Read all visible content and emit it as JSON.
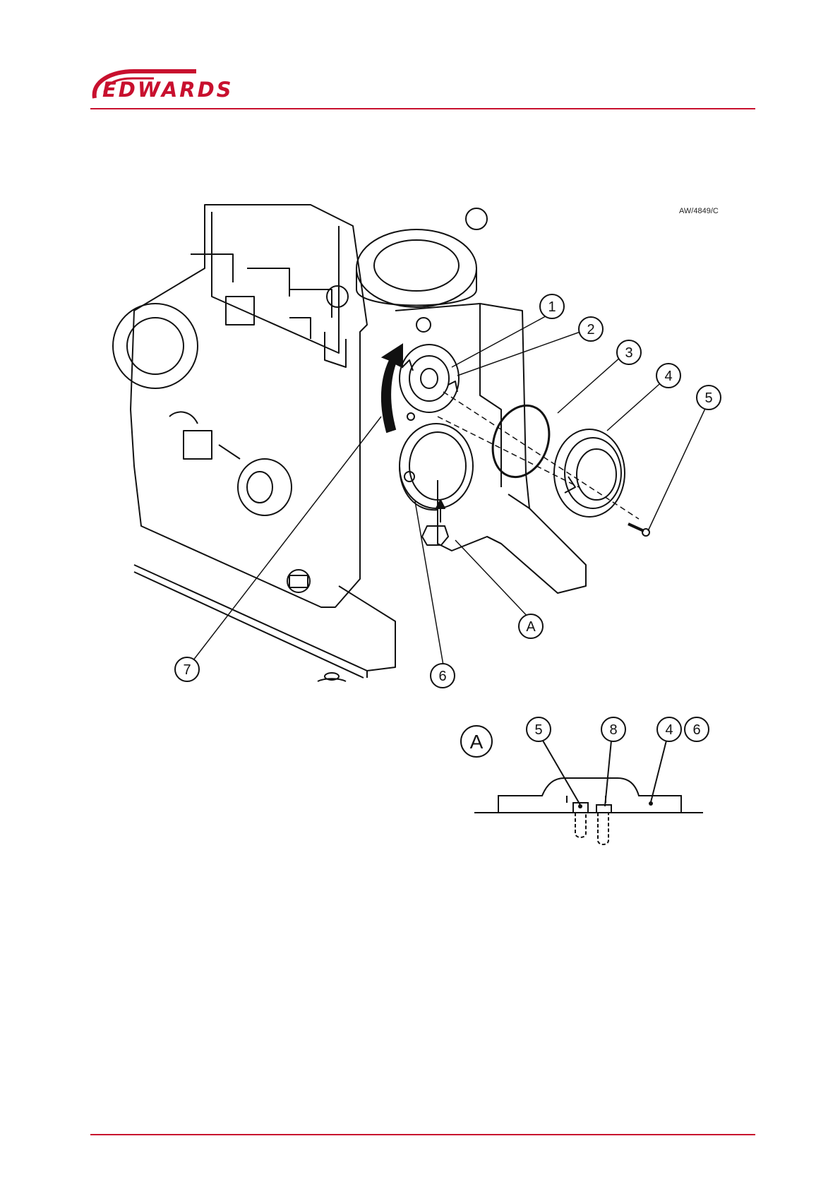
{
  "brand": {
    "name": "EDWARDS",
    "color": "#c8102e"
  },
  "figure_code": "AW/4849/C",
  "callouts": {
    "c1": "1",
    "c2": "2",
    "c3": "3",
    "c4": "4",
    "c5": "5",
    "c6": "6",
    "c7": "7",
    "cA": "A",
    "detail_label": "A",
    "detail_5": "5",
    "detail_8": "8",
    "detail_4": "4",
    "detail_6": "6"
  }
}
